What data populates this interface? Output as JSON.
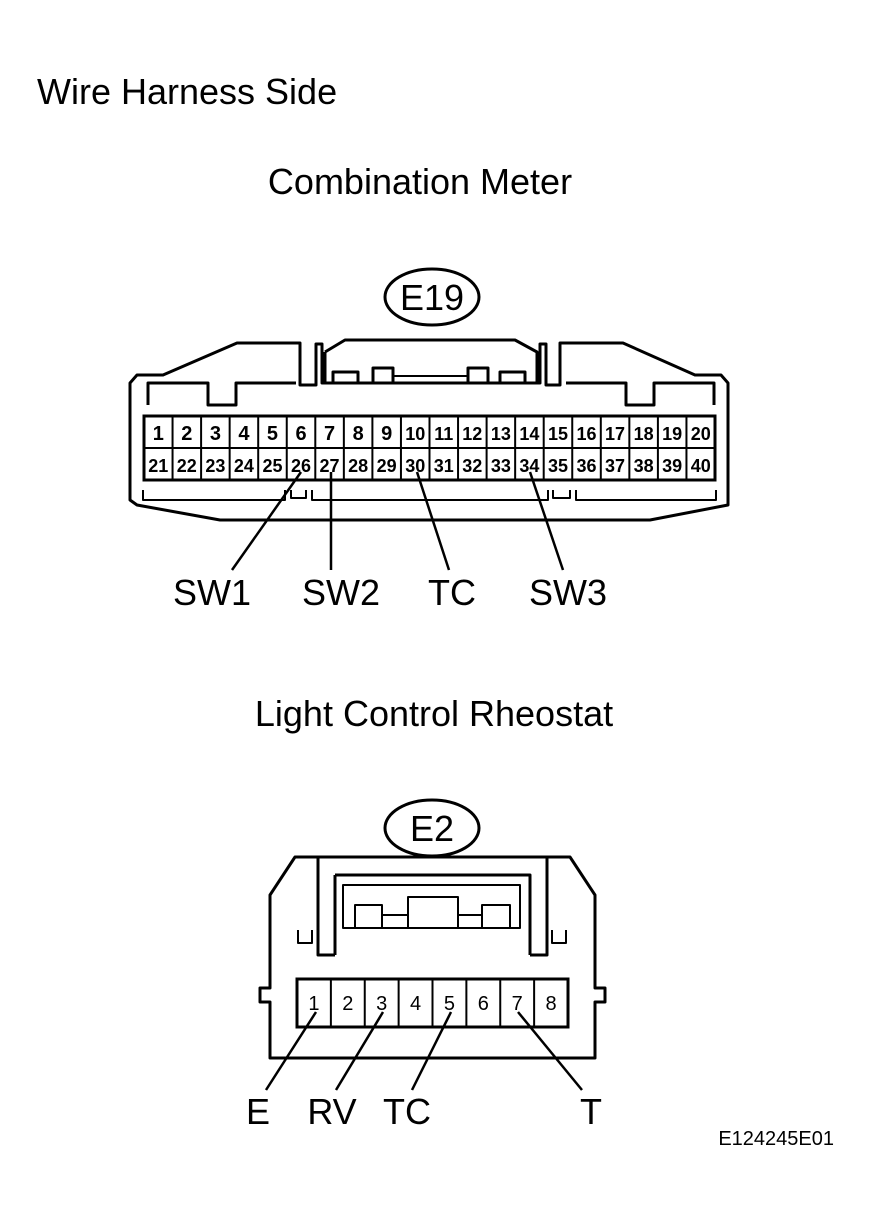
{
  "page_title": "Wire Harness Side",
  "figure_code": "E124245E01",
  "connectors": [
    {
      "name": "Combination Meter",
      "code": "E19",
      "pins_top": [
        "1",
        "2",
        "3",
        "4",
        "5",
        "6",
        "7",
        "8",
        "9",
        "10",
        "11",
        "12",
        "13",
        "14",
        "15",
        "16",
        "17",
        "18",
        "19",
        "20"
      ],
      "pins_bottom": [
        "21",
        "22",
        "23",
        "24",
        "25",
        "26",
        "27",
        "28",
        "29",
        "30",
        "31",
        "32",
        "33",
        "34",
        "35",
        "36",
        "37",
        "38",
        "39",
        "40"
      ],
      "terminals": [
        {
          "pin": "26",
          "label": "SW1"
        },
        {
          "pin": "27",
          "label": "SW2"
        },
        {
          "pin": "30",
          "label": "TC"
        },
        {
          "pin": "34",
          "label": "SW3"
        }
      ]
    },
    {
      "name": "Light Control Rheostat",
      "code": "E2",
      "pins": [
        "1",
        "2",
        "3",
        "4",
        "5",
        "6",
        "7",
        "8"
      ],
      "terminals": [
        {
          "pin": "1",
          "label": "E"
        },
        {
          "pin": "3",
          "label": "RV"
        },
        {
          "pin": "5",
          "label": "TC"
        },
        {
          "pin": "7",
          "label": "T"
        }
      ]
    }
  ]
}
